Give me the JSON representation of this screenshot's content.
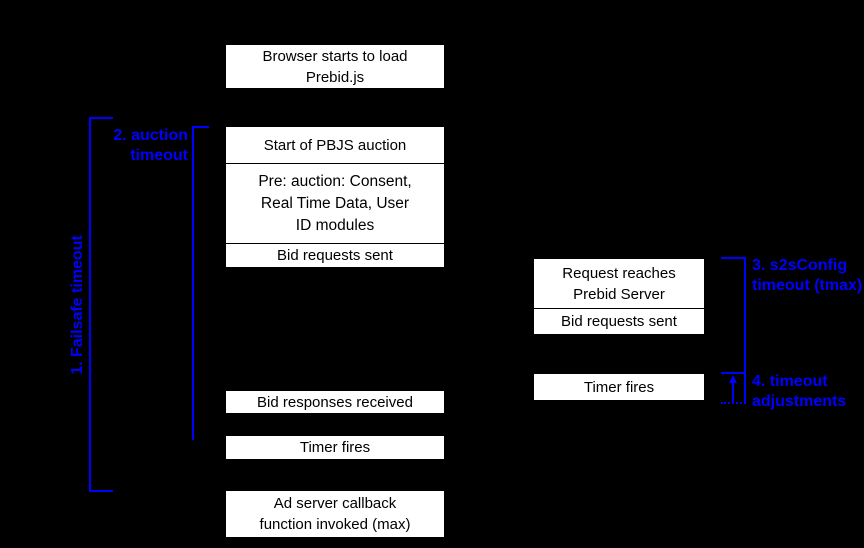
{
  "colors": {
    "background": "#000000",
    "annotation_blue": "#0000ff",
    "box_fill": "#ffffff",
    "box_border": "#000000",
    "box_text": "#000000"
  },
  "main_timeline": {
    "boxes": [
      {
        "name": "browser-load",
        "lines": [
          "Browser starts to load",
          "Prebid.js"
        ]
      },
      {
        "name": "auction-start",
        "lines": [
          "Start of PBJS auction"
        ]
      },
      {
        "name": "pre-auction-modules",
        "lines": [
          "Pre: auction: Consent,",
          "Real Time Data, User",
          "ID modules"
        ]
      },
      {
        "name": "bid-requests-sent",
        "lines": [
          "Bid requests sent"
        ]
      },
      {
        "name": "bid-responses-received",
        "lines": [
          "Bid responses received"
        ]
      },
      {
        "name": "timer-fires",
        "lines": [
          "Timer fires"
        ]
      },
      {
        "name": "ad-server-callback",
        "lines": [
          "Ad server callback",
          "function invoked (max)"
        ]
      }
    ]
  },
  "server_timeline": {
    "boxes": [
      {
        "name": "request-reaches-server",
        "lines": [
          "Request reaches",
          "Prebid Server"
        ]
      },
      {
        "name": "server-bid-requests-sent",
        "lines": [
          "Bid requests sent"
        ]
      },
      {
        "name": "server-timer-fires",
        "lines": [
          "Timer fires"
        ]
      }
    ]
  },
  "annotations": {
    "failsafe": {
      "label": "1. Failsafe timeout"
    },
    "auction": {
      "lines": [
        "2. auction",
        "timeout"
      ]
    },
    "s2s": {
      "lines": [
        "3. s2sConfig",
        "timeout (tmax)"
      ]
    },
    "adjustments": {
      "lines": [
        "4. timeout",
        "adjustments"
      ]
    }
  }
}
